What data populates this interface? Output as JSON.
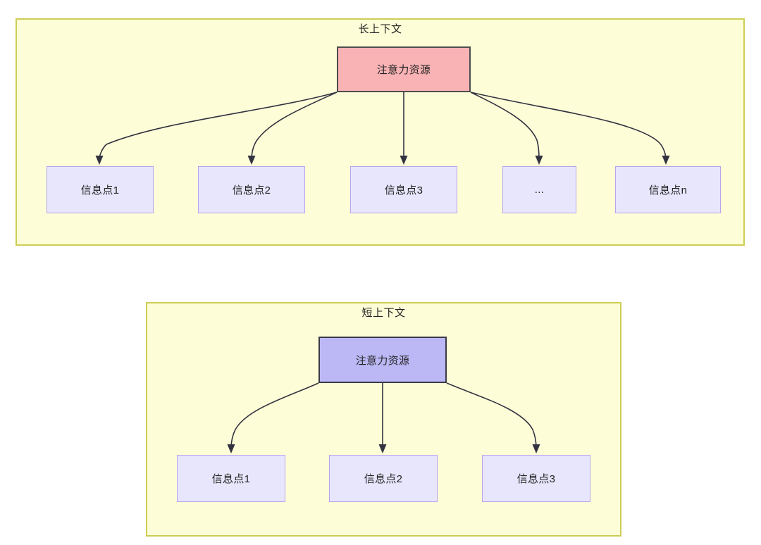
{
  "diagram": {
    "title_long": "长上下文",
    "title_short": "短上下文",
    "colors": {
      "canvas": "#ffffff",
      "group_fill": "#fdfdd8",
      "group_stroke": "#cdcd55",
      "attention_long_fill": "#f9b3b5",
      "attention_long_stroke": "#4d4d4d",
      "attention_short_fill": "#bcb8f5",
      "attention_short_stroke": "#3a3a48",
      "info_fill": "#e7e6fc",
      "info_stroke": "#b9a4ee",
      "edge": "#333340",
      "text": "#222222"
    }
  },
  "long_context": {
    "group_label": "长上下文",
    "root": {
      "label": "注意力资源"
    },
    "items": [
      {
        "label": "信息点1"
      },
      {
        "label": "信息点2"
      },
      {
        "label": "信息点3"
      },
      {
        "label": "..."
      },
      {
        "label": "信息点n"
      }
    ]
  },
  "short_context": {
    "group_label": "短上下文",
    "root": {
      "label": "注意力资源"
    },
    "items": [
      {
        "label": "信息点1"
      },
      {
        "label": "信息点2"
      },
      {
        "label": "信息点3"
      }
    ]
  }
}
